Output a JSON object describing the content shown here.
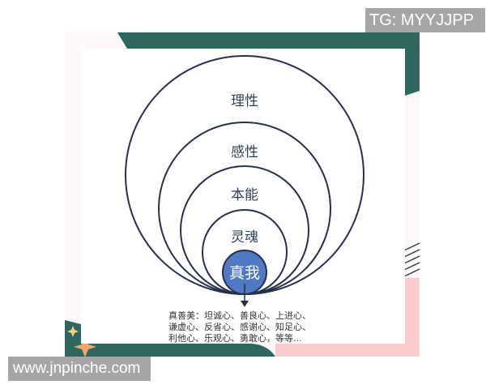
{
  "watermarks": {
    "top": "TG: MYYJJPP",
    "bottom": "www.jnpinche.com"
  },
  "diagram": {
    "layers": [
      {
        "label": "理性"
      },
      {
        "label": "感性"
      },
      {
        "label": "本能"
      },
      {
        "label": "灵魂"
      },
      {
        "label": "真我"
      }
    ],
    "caption": [
      "真善美：坦诚心、善良心、上进心、",
      "谦虚心、反省心、感谢心、知足心、",
      "利他心、乐观心、勇敢心，等等..."
    ]
  },
  "colors": {
    "stroke": "#27304a",
    "core": "#4f79c4",
    "teal": "#2e6660",
    "pink": "#f8cccc"
  }
}
